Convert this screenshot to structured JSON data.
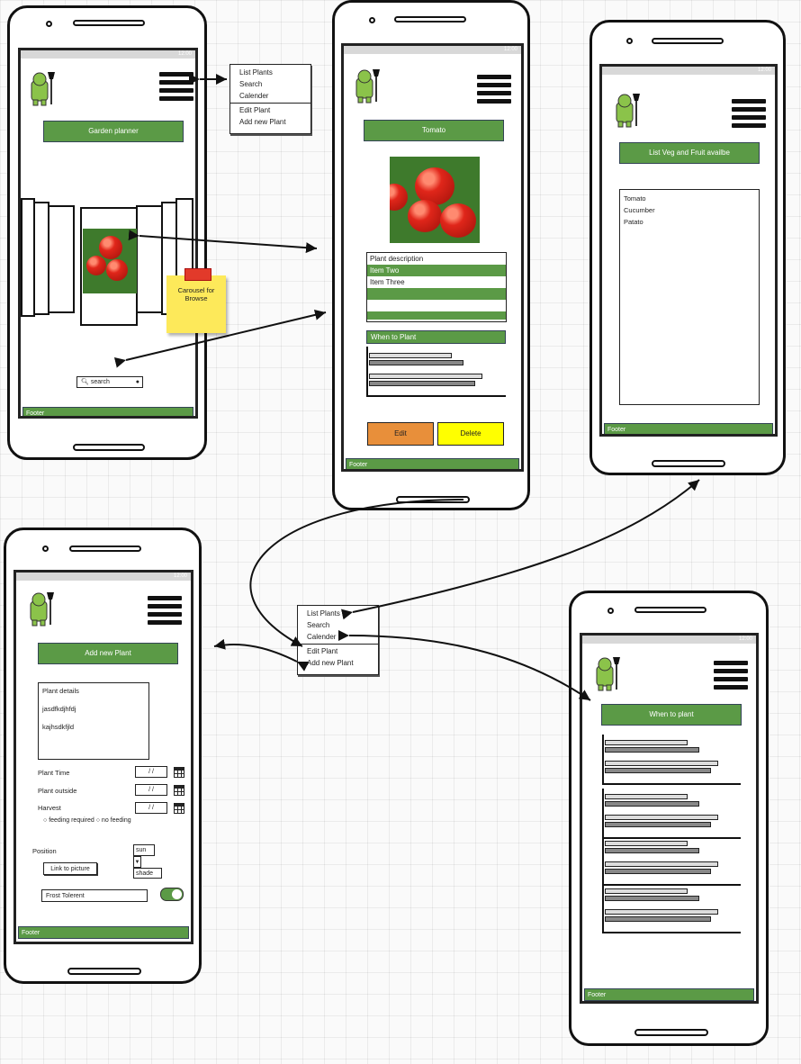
{
  "status_time": "12:00",
  "screens": {
    "home": {
      "title": "Garden planner",
      "search_placeholder": "search",
      "footer": "Footer"
    },
    "detail": {
      "title": "Tomato",
      "list": [
        "Plant description",
        "Item Two",
        "Item Three"
      ],
      "when_label": "When to Plant",
      "edit_label": "Edit",
      "delete_label": "Delete",
      "footer": "Footer"
    },
    "list": {
      "title": "List Veg and Fruit availbe",
      "items": [
        "Tomato",
        "Cucumber",
        "Patato"
      ],
      "footer": "Footer"
    },
    "add": {
      "title": "Add new Plant",
      "details_lines": [
        "Plant details",
        "jasdfkdjhfdj",
        "kajhsdkfjld"
      ],
      "plant_time_label": "Plant Time",
      "plant_outside_label": "Plant outside",
      "harvest_label": "Harvest",
      "date_placeholder": "/  /",
      "feeding_required_label": "feeding required",
      "no_feeding_label": "no feeding",
      "position_label": "Position",
      "position_options": [
        "sun",
        "shade"
      ],
      "link_label": "Link to picture",
      "frost_label": "Frost Tolerent",
      "footer": "Footer"
    },
    "calendar": {
      "title": "When to plant",
      "footer": "Footer"
    }
  },
  "menus": {
    "top": [
      "List Plants",
      "Search",
      "Calender",
      "Edit Plant",
      "Add new Plant"
    ],
    "middle": [
      "List Plants",
      "Search",
      "Calender",
      "Edit Plant",
      "Add new Plant"
    ]
  },
  "sticky_note": "Carousel for Browse",
  "colors": {
    "green": "#5b9a46",
    "edit": "#e88f3a",
    "delete": "#ffff00",
    "note": "#fde95a",
    "toggle": "#5b9a46"
  }
}
